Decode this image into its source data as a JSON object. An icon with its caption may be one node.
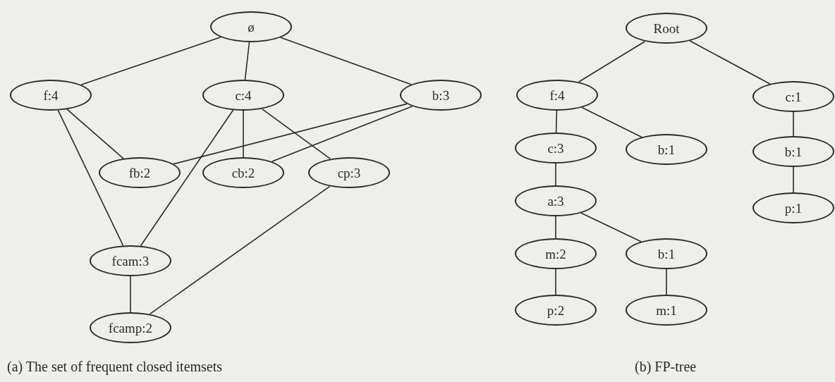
{
  "diagram": {
    "nodes": [
      {
        "text": [
          "ø"
        ]
      },
      {
        "text": [
          "f:4"
        ]
      },
      {
        "text": [
          "c:4"
        ]
      },
      {
        "text": [
          "b:3"
        ]
      },
      {
        "text": [
          "fb:2"
        ]
      },
      {
        "text": [
          "cb:2"
        ]
      },
      {
        "text": [
          "cp:3"
        ]
      },
      {
        "text": [
          "fcam:3"
        ]
      },
      {
        "text": [
          "fcamp:2"
        ]
      },
      {
        "text": [
          "Root"
        ]
      },
      {
        "text": [
          "f:4"
        ]
      },
      {
        "text": [
          "c:1"
        ]
      },
      {
        "text": [
          "c:3"
        ]
      },
      {
        "text": [
          "b:1"
        ]
      },
      {
        "text": [
          "b:1"
        ]
      },
      {
        "text": [
          "a:3"
        ]
      },
      {
        "text": [
          "p:1"
        ]
      },
      {
        "text": [
          "m:2"
        ]
      },
      {
        "text": [
          "b:1"
        ]
      },
      {
        "text": [
          "p:2"
        ]
      },
      {
        "text": [
          "m:1"
        ]
      }
    ],
    "edges": [
      {
        "from": 0,
        "to": 1,
        "arrow": "none"
      },
      {
        "from": 0,
        "to": 2,
        "arrow": "none"
      },
      {
        "from": 0,
        "to": 3,
        "arrow": "none"
      },
      {
        "from": 1,
        "to": 4,
        "arrow": "none"
      },
      {
        "from": 1,
        "to": 7,
        "arrow": "none"
      },
      {
        "from": 2,
        "to": 7,
        "arrow": "none"
      },
      {
        "from": 2,
        "to": 5,
        "arrow": "none"
      },
      {
        "from": 2,
        "to": 6,
        "arrow": "none"
      },
      {
        "from": 3,
        "to": 4,
        "arrow": "none"
      },
      {
        "from": 3,
        "to": 5,
        "arrow": "none"
      },
      {
        "from": 6,
        "to": 8,
        "arrow": "none"
      },
      {
        "from": 7,
        "to": 8,
        "arrow": "none"
      },
      {
        "from": 9,
        "to": 10,
        "arrow": "none"
      },
      {
        "from": 9,
        "to": 11,
        "arrow": "none"
      },
      {
        "from": 10,
        "to": 12,
        "arrow": "none"
      },
      {
        "from": 10,
        "to": 13,
        "arrow": "none"
      },
      {
        "from": 12,
        "to": 15,
        "arrow": "none"
      },
      {
        "from": 15,
        "to": 17,
        "arrow": "none"
      },
      {
        "from": 15,
        "to": 18,
        "arrow": "none"
      },
      {
        "from": 17,
        "to": 19,
        "arrow": "none"
      },
      {
        "from": 18,
        "to": 20,
        "arrow": "none"
      },
      {
        "from": 11,
        "to": 14,
        "arrow": "none"
      },
      {
        "from": 14,
        "to": 16,
        "arrow": "none"
      }
    ],
    "labels": [
      "(a) The set of frequent closed itemsets",
      "(b) FP-tree"
    ]
  }
}
